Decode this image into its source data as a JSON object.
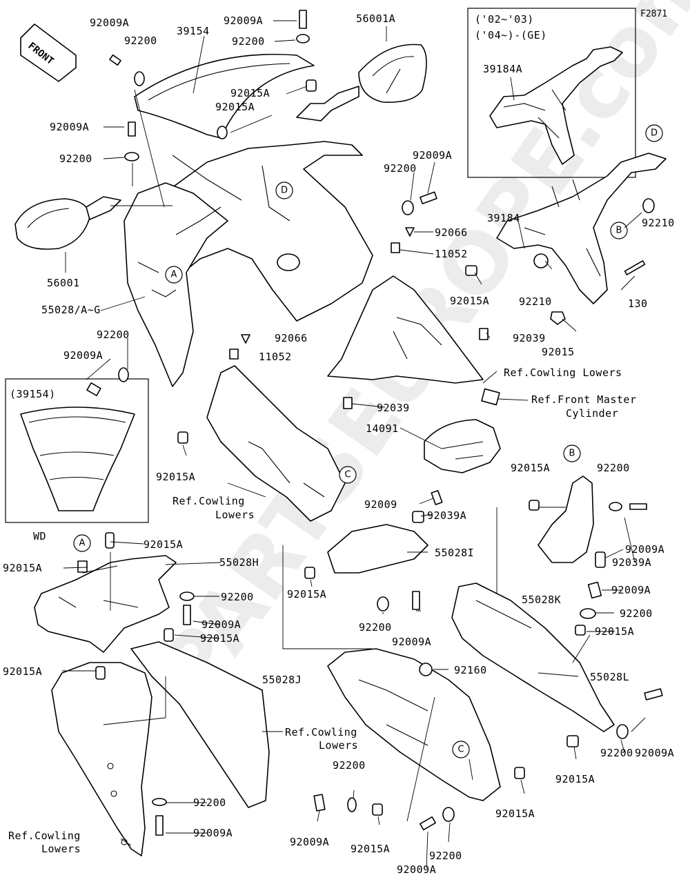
{
  "figure_code": "F2871",
  "watermark": "PARTSEUROPE.com",
  "front_arrow": "FRONT",
  "insets": {
    "year_box": {
      "line1": "('02~'03)",
      "line2": "('04~)-(GE)"
    },
    "windshield_box": {
      "title": "(39154)"
    },
    "wd_label": "WD"
  },
  "callouts": [
    "A",
    "B",
    "C",
    "D"
  ],
  "labels": {
    "n92009A_1": "92009A",
    "n92200_1": "92200",
    "n39154": "39154",
    "n92009A_2": "92009A",
    "n92200_2": "92200",
    "n56001A": "56001A",
    "n92015A_1": "92015A",
    "n92015A_2": "92015A",
    "n92009A_3": "92009A",
    "n92200_3": "92200",
    "n56001": "56001",
    "n55028AG": "55028/A~G",
    "n92200_4": "92200",
    "n92009A_4": "92009A",
    "n92200_5": "92200",
    "n92009A_5": "92009A",
    "n92066_1": "92066",
    "n11052_1": "11052",
    "n92015A_3": "92015A",
    "n92066_2": "92066",
    "n11052_2": "11052",
    "n92039_1": "92039",
    "ref_cowl_1": "Ref.Cowling Lowers",
    "ref_fmc_1": "Ref.Front Master",
    "ref_fmc_2": "Cylinder",
    "n92039_2": "92039",
    "n14091": "14091",
    "n92015A_4": "92015A",
    "ref_cowl_2a": "Ref.Cowling",
    "ref_cowl_2b": "Lowers",
    "n92009": "92009",
    "n92039A_1": "92039A",
    "n39184A": "39184A",
    "n39184": "39184",
    "n92210_1": "92210",
    "n92210_2": "92210",
    "n130": "130",
    "n92015": "92015",
    "n92015A_5": "92015A",
    "n92200_6": "92200",
    "n92009A_6": "92009A",
    "n92039A_2": "92039A",
    "n55028K": "55028K",
    "n92009A_7": "92009A",
    "n92200_7": "92200",
    "n92015A_6": "92015A",
    "n92015A_7": "92015A",
    "n55028H": "55028H",
    "n92015A_8": "92015A",
    "n92200_8": "92200",
    "n92009A_8": "92009A",
    "n92015A_9": "92015A",
    "n92015A_10": "92015A",
    "n55028I": "55028I",
    "n92015A_11": "92015A",
    "n92200_9": "92200",
    "n92009A_9": "92009A",
    "n92160": "92160",
    "n55028J": "55028J",
    "n55028L": "55028L",
    "n92009A_10": "92009A",
    "n92200_10": "92200",
    "n92015A_12": "92015A",
    "ref_cowl_3a": "Ref.Cowling",
    "ref_cowl_3b": "Lowers",
    "n92200_11": "92200",
    "n92009A_11": "92009A",
    "ref_cowl_4a": "Ref.Cowling",
    "ref_cowl_4b": "Lowers",
    "n92200_12": "92200",
    "n92009A_12": "92009A",
    "n92015A_13": "92015A",
    "n92015A_14": "92015A",
    "n92200_13": "92200",
    "n92009A_13": "92009A"
  }
}
